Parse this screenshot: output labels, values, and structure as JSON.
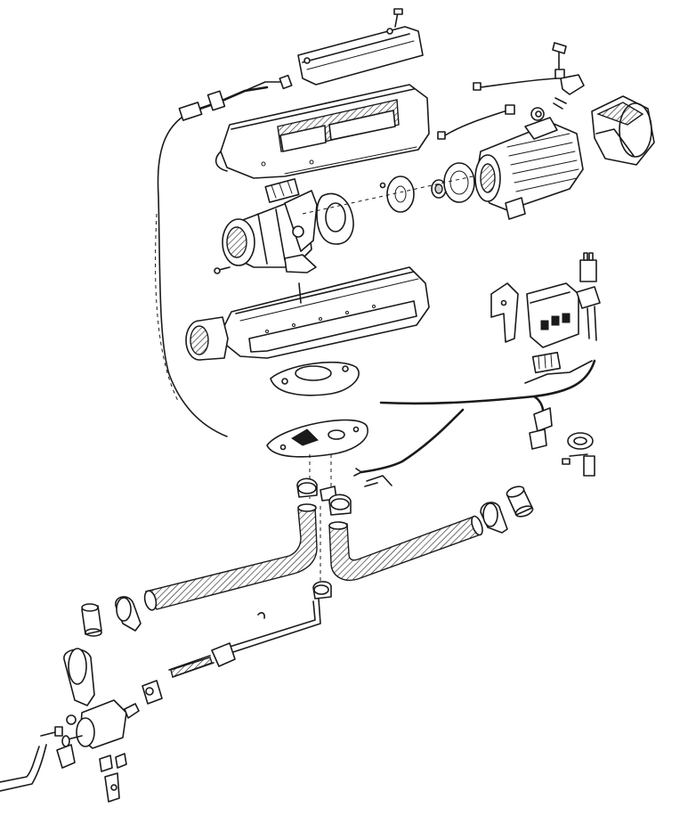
{
  "figure": {
    "kind": "exploded-assembly-line-drawing",
    "colors": {
      "ink": "#1a1a1a",
      "paper": "#ffffff",
      "shade": "#cfcfcf"
    },
    "parts": [
      "cover-top",
      "upper-casing",
      "combustion-blower-motor",
      "gasket",
      "burner-flange",
      "heat-exchanger",
      "warm-air-outlet-hood",
      "glow-plug",
      "temperature-sensor",
      "lower-casing",
      "air-inlet-screen",
      "mounting-gasket",
      "mounting-plate",
      "wiring-harness",
      "control-unit",
      "relay",
      "exhaust-pipe",
      "combustion-air-intake-pipe",
      "pipe-clamps",
      "fuel-line",
      "fuel-metering-pump",
      "pump-bracket"
    ]
  }
}
